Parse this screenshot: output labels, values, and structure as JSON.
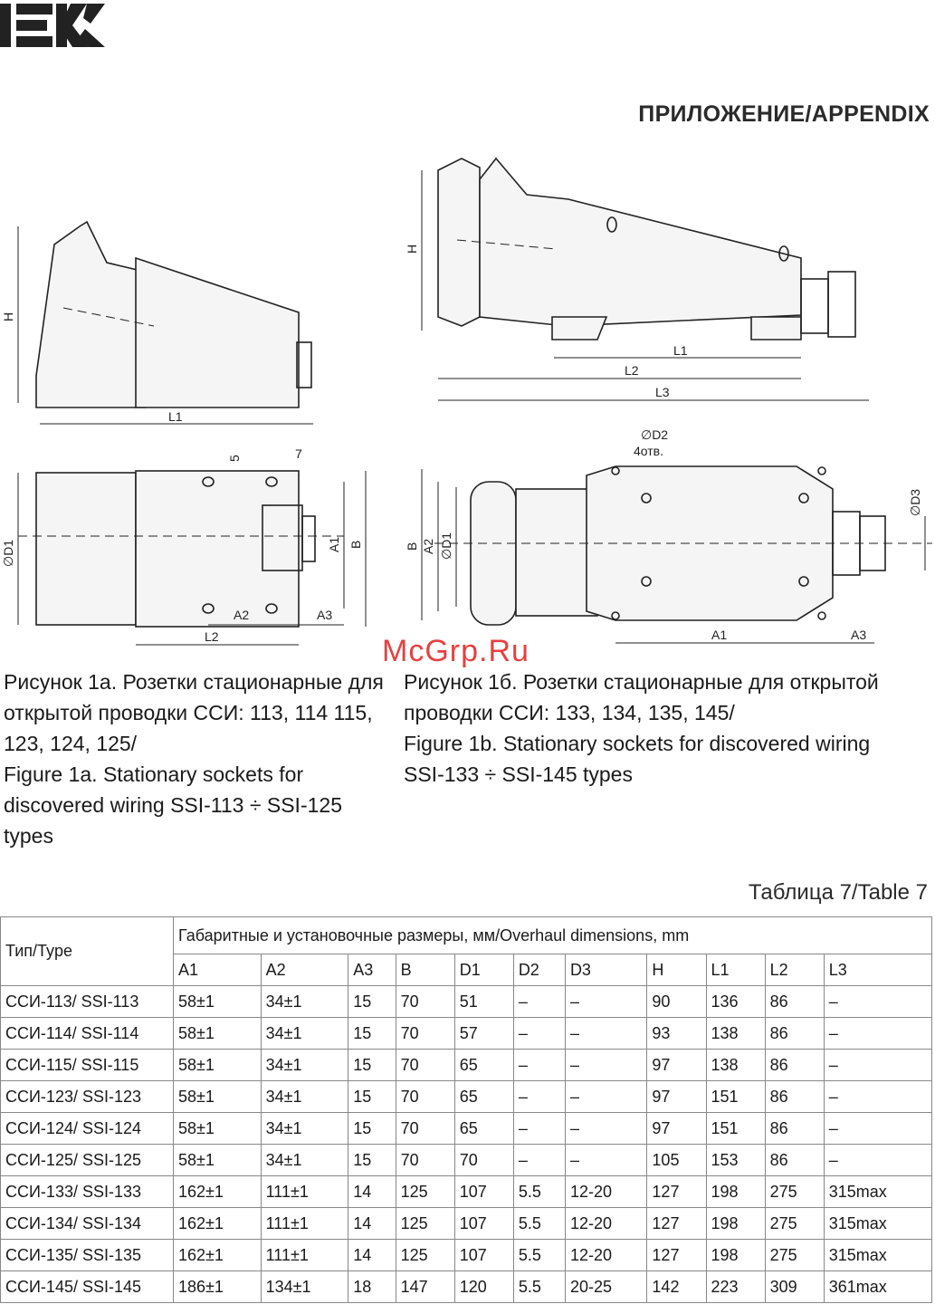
{
  "logo": {
    "text": "IEK"
  },
  "appendix_title": "ПРИЛОЖЕНИЕ/APPENDIX",
  "drawing_labels": {
    "h": "H",
    "l1": "L1",
    "l2": "L2",
    "l3": "L3",
    "d1": "∅D1",
    "d2": "∅D2",
    "d3": "∅D3",
    "holes": "4отв.",
    "a1": "A1",
    "a2": "A2",
    "a3": "A3",
    "b": "B",
    "five": "5",
    "seven": "7"
  },
  "caption_left": [
    "Рисунок 1а. Розетки стационарные для",
    "открытой проводки ССИ: 113, 114 115,",
    "123, 124, 125/",
    "Figure 1a. Stationary sockets for",
    "discovered wiring SSI-113 ÷ SSI-125",
    "types"
  ],
  "caption_right": [
    "Рисунок 1б. Розетки стационарные для открытой",
    "проводки ССИ: 133, 134, 135, 145/",
    "Figure 1b. Stationary sockets for discovered wiring",
    "SSI-133 ÷ SSI-145 types"
  ],
  "watermark": "McGrp.Ru",
  "table_title": "Таблица 7/Table 7",
  "table": {
    "type_header": "Тип/Type",
    "group_header": "Габаритные и установочные размеры, мм/Overhaul dimensions, mm",
    "columns": [
      "A1",
      "A2",
      "A3",
      "B",
      "D1",
      "D2",
      "D3",
      "H",
      "L1",
      "L2",
      "L3"
    ],
    "rows": [
      [
        "ССИ-113/ SSI-113",
        "58±1",
        "34±1",
        "15",
        "70",
        "51",
        "–",
        "–",
        "90",
        "136",
        "86",
        "–"
      ],
      [
        "ССИ-114/ SSI-114",
        "58±1",
        "34±1",
        "15",
        "70",
        "57",
        "–",
        "–",
        "93",
        "138",
        "86",
        "–"
      ],
      [
        "ССИ-115/ SSI-115",
        "58±1",
        "34±1",
        "15",
        "70",
        "65",
        "–",
        "–",
        "97",
        "138",
        "86",
        "–"
      ],
      [
        "ССИ-123/ SSI-123",
        "58±1",
        "34±1",
        "15",
        "70",
        "65",
        "–",
        "–",
        "97",
        "151",
        "86",
        "–"
      ],
      [
        "ССИ-124/ SSI-124",
        "58±1",
        "34±1",
        "15",
        "70",
        "65",
        "–",
        "–",
        "97",
        "151",
        "86",
        "–"
      ],
      [
        "ССИ-125/ SSI-125",
        "58±1",
        "34±1",
        "15",
        "70",
        "70",
        "–",
        "–",
        "105",
        "153",
        "86",
        "–"
      ],
      [
        "ССИ-133/ SSI-133",
        "162±1",
        "111±1",
        "14",
        "125",
        "107",
        "5.5",
        "12-20",
        "127",
        "198",
        "275",
        "315max"
      ],
      [
        "ССИ-134/ SSI-134",
        "162±1",
        "111±1",
        "14",
        "125",
        "107",
        "5.5",
        "12-20",
        "127",
        "198",
        "275",
        "315max"
      ],
      [
        "ССИ-135/ SSI-135",
        "162±1",
        "111±1",
        "14",
        "125",
        "107",
        "5.5",
        "12-20",
        "127",
        "198",
        "275",
        "315max"
      ],
      [
        "ССИ-145/ SSI-145",
        "186±1",
        "134±1",
        "18",
        "147",
        "120",
        "5.5",
        "20-25",
        "142",
        "223",
        "309",
        "361max"
      ]
    ]
  }
}
